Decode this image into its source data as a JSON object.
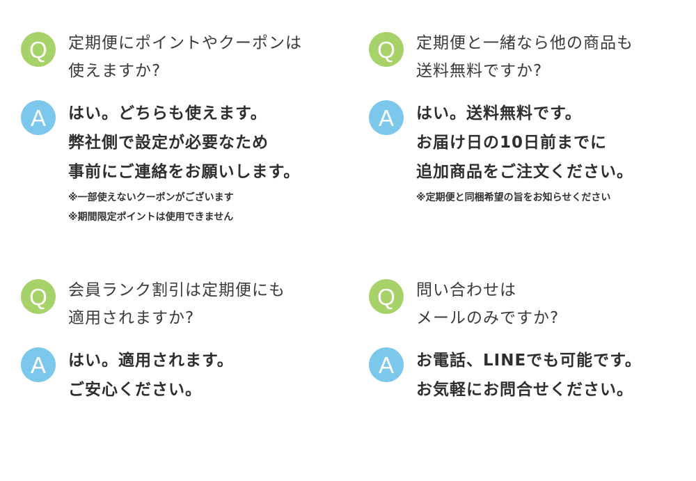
{
  "badges": {
    "q_letter": "Q",
    "a_letter": "A",
    "q_color": "#a7d26a",
    "a_color": "#7cc7ec"
  },
  "faq": [
    {
      "question": [
        "定期便にポイントやクーポンは",
        "使えますか?"
      ],
      "answer": [
        "はい。どちらも使えます。",
        "弊社側で設定が必要なため",
        "事前にご連絡をお願いします。"
      ],
      "notes": [
        "※一部使えないクーポンがございます",
        "※期間限定ポイントは使用できません"
      ]
    },
    {
      "question": [
        "定期便と一緒なら他の商品も",
        "送料無料ですか?"
      ],
      "answer": [
        "はい。送料無料です。",
        "お届け日の10日前までに",
        "追加商品をご注文ください。"
      ],
      "notes": [
        "※定期便と同梱希望の旨をお知らせください"
      ]
    },
    {
      "question": [
        "会員ランク割引は定期便にも",
        "適用されますか?"
      ],
      "answer": [
        "はい。適用されます。",
        "ご安心ください。"
      ],
      "notes": []
    },
    {
      "question": [
        "問い合わせは",
        "メールのみですか?"
      ],
      "answer": [
        "お電話、LINEでも可能です。",
        "お気軽にお問合せください。"
      ],
      "notes": []
    }
  ]
}
